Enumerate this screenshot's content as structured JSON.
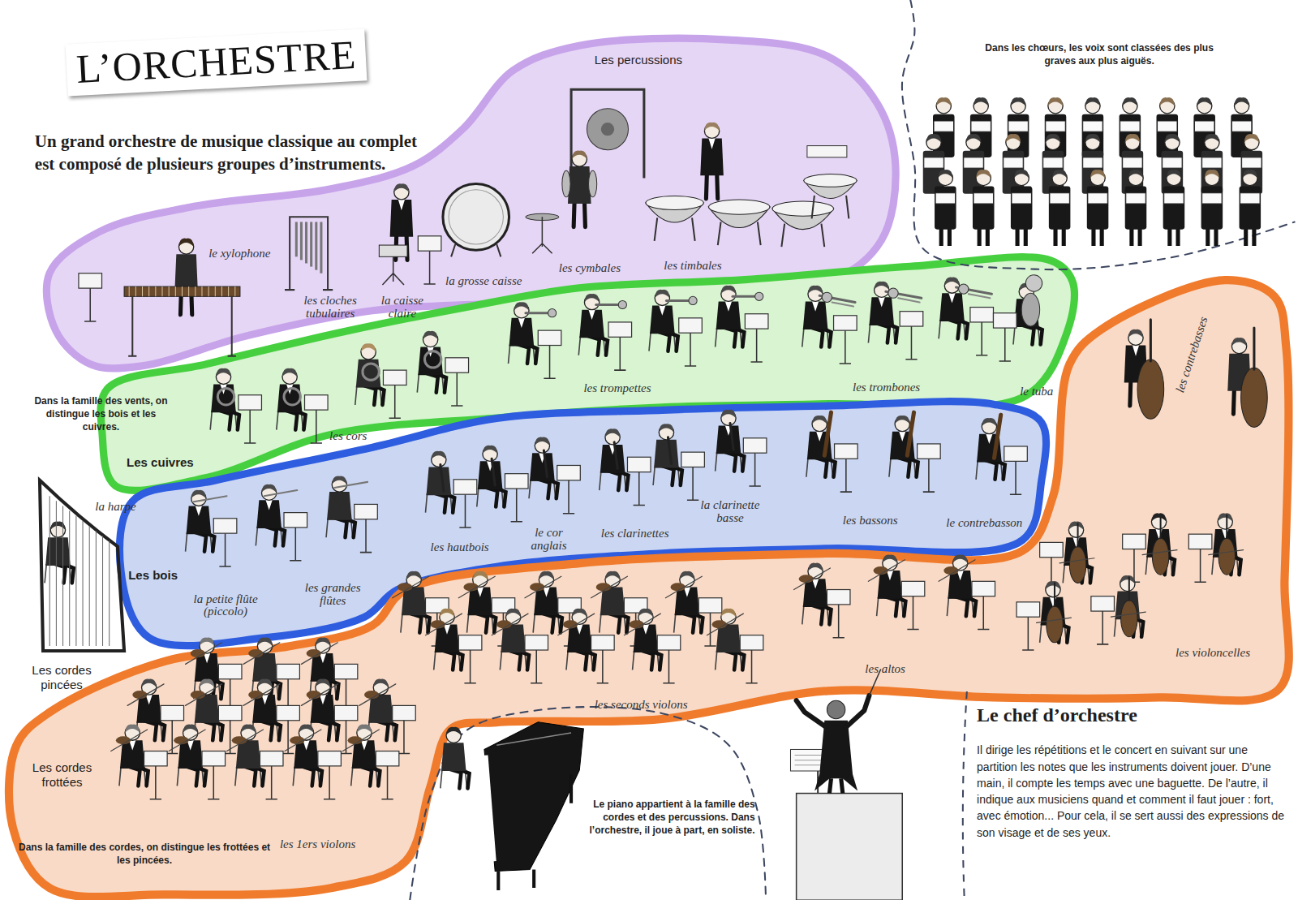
{
  "diagram": {
    "title": "L’ORCHESTRE",
    "nodes": [
      {
        "text": [
          "Les percussions",
          "le xylophone",
          "les cloches tubulaires",
          "la caisse claire",
          "la grosse caisse",
          "les cymbales",
          "les timbales"
        ]
      },
      {
        "text": [
          "Les cuivres",
          "les cors",
          "les trompettes",
          "les trombones",
          "le tuba"
        ]
      },
      {
        "text": [
          "Les bois",
          "la petite flûte (piccolo)",
          "les grandes flûtes",
          "les hautbois",
          "le cor anglais",
          "les clarinettes",
          "la clarinette basse",
          "les bassons",
          "le contrebasson"
        ]
      },
      {
        "text": [
          "Les cordes frottées",
          "les 1ers violons",
          "les seconds violons",
          "les altos",
          "les violoncelles",
          "les contrebasses"
        ]
      },
      {
        "text": [
          "Dans les chœurs, les voix sont classées des plus graves aux plus aiguës."
        ]
      },
      {
        "text": [
          "Le piano appartient à la famille des cordes et des percussions. Dans l’orchestre, il joue à part, en soliste."
        ]
      }
    ],
    "labels": [
      "Un grand orchestre de musique classique au complet est composé de plusieurs groupes d’instruments.",
      "Dans la famille des vents, on distingue les bois et les cuivres.",
      "la harpe",
      "Les cordes pincées",
      "Dans la famille des cordes, on distingue les frottées et les pincées.",
      "Le chef d’orchestre",
      "Il dirige les répétitions et le concert en suivant sur une partition les notes que les instruments doivent jouer. D’une main, il compte les temps avec une baguette. De l’autre, il indique aux musiciens quand et comment il faut jouer : fort, avec émotion... Pour cela, il se sert aussi des expressions de son visage et de ses yeux."
    ]
  }
}
